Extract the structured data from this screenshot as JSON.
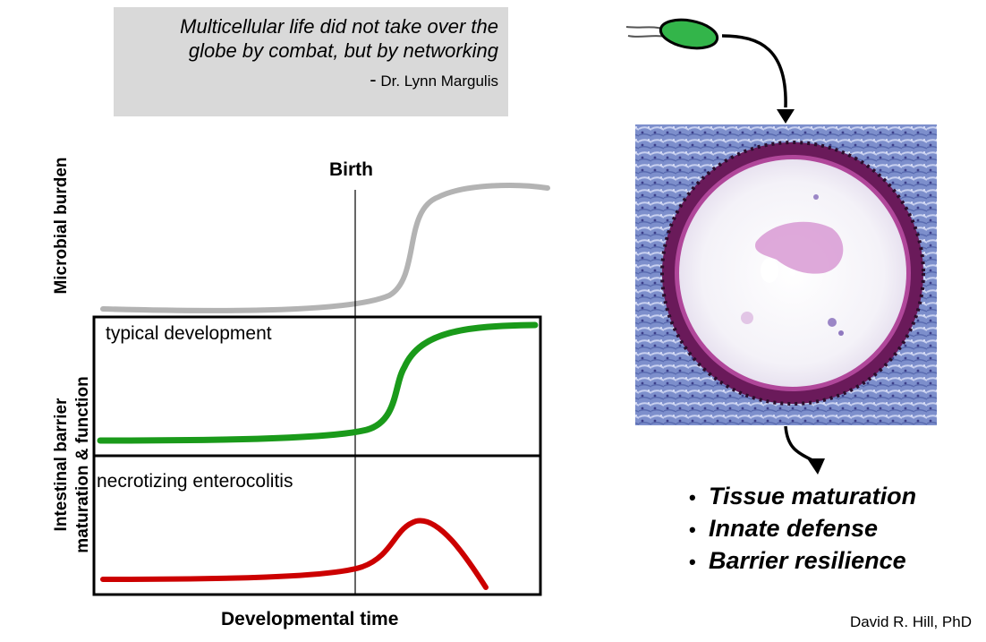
{
  "quote": {
    "line1": "Multicellular life did not take over the",
    "line2": "globe by combat, but by networking",
    "dash": "-",
    "author": "Dr. Lynn Margulis"
  },
  "axes": {
    "birth_label": "Birth",
    "microbial_label": "Microbial burden",
    "barrier_label_line1": "Intestinal barrier",
    "barrier_label_line2": "maturation & function",
    "x_label": "Developmental time"
  },
  "panels": {
    "typical": "typical development",
    "nec": "necrotizing enterocolitis"
  },
  "bullets": [
    "Tissue maturation",
    "Innate defense",
    "Barrier resilience"
  ],
  "credit": "David R. Hill, PhD",
  "colors": {
    "quote_bg": "#d9d9d9",
    "microbial_curve": "#b3b3b3",
    "typical_curve": "#1a9a1a",
    "nec_curve": "#cc0000",
    "bacterium": "#33b54a",
    "tissue_bg": "#6e7fc0",
    "tissue_ring": "#6a1a5a"
  },
  "icons": [
    "bacterium-icon",
    "intestinal-organoid-image",
    "arrow-down-icon"
  ]
}
